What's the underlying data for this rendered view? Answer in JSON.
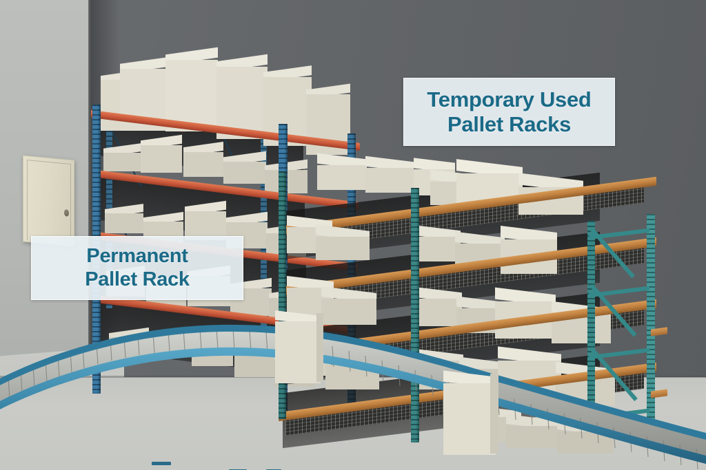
{
  "scene": {
    "title": "Warehouse pallet racking comparison",
    "description": "3D warehouse interior showing a permanent pallet rack on the left and temporary used pallet racks on the right, with a curved roller conveyor in the foreground.",
    "colors": {
      "back_wall": "#63666a",
      "left_wall": "#b4b7b3",
      "floor": "#c8c9c5",
      "permanent_rack_upright": "#2d6b8f",
      "permanent_rack_beam": "#c85a3a",
      "temporary_rack_upright": "#2d7d7d",
      "temporary_rack_beam": "#c08040",
      "conveyor": "#3a86a8",
      "carton": "#dbd8cb",
      "callout_background": "#eaf1f5",
      "callout_text": "#1a6a87"
    }
  },
  "callouts": [
    {
      "id": "temporary",
      "text": "Temporary Used\nPallet Racks",
      "line1": "Temporary Used",
      "line2": "Pallet Racks"
    },
    {
      "id": "permanent",
      "text": "Permanent\nPallet Rack",
      "line1": "Permanent",
      "line2": "Pallet Rack"
    }
  ],
  "objects": {
    "door": {
      "name": "warehouse-door",
      "color": "#ded9c5"
    },
    "permanent_rack": {
      "name": "Permanent Pallet Rack",
      "upright_color": "#2d6b8f",
      "beam_color": "#c85a3a",
      "levels": 4,
      "decking": "wood pallets"
    },
    "temporary_rack": {
      "name": "Temporary Used Pallet Racks",
      "upright_color": "#2d7d7d",
      "beam_color": "#c08040",
      "levels": 4,
      "decking": "wire mesh"
    },
    "conveyor": {
      "name": "curved roller conveyor",
      "frame_color": "#3a86a8",
      "roller_color": "#b9bbb6",
      "boxes_on_belt": 2
    }
  }
}
